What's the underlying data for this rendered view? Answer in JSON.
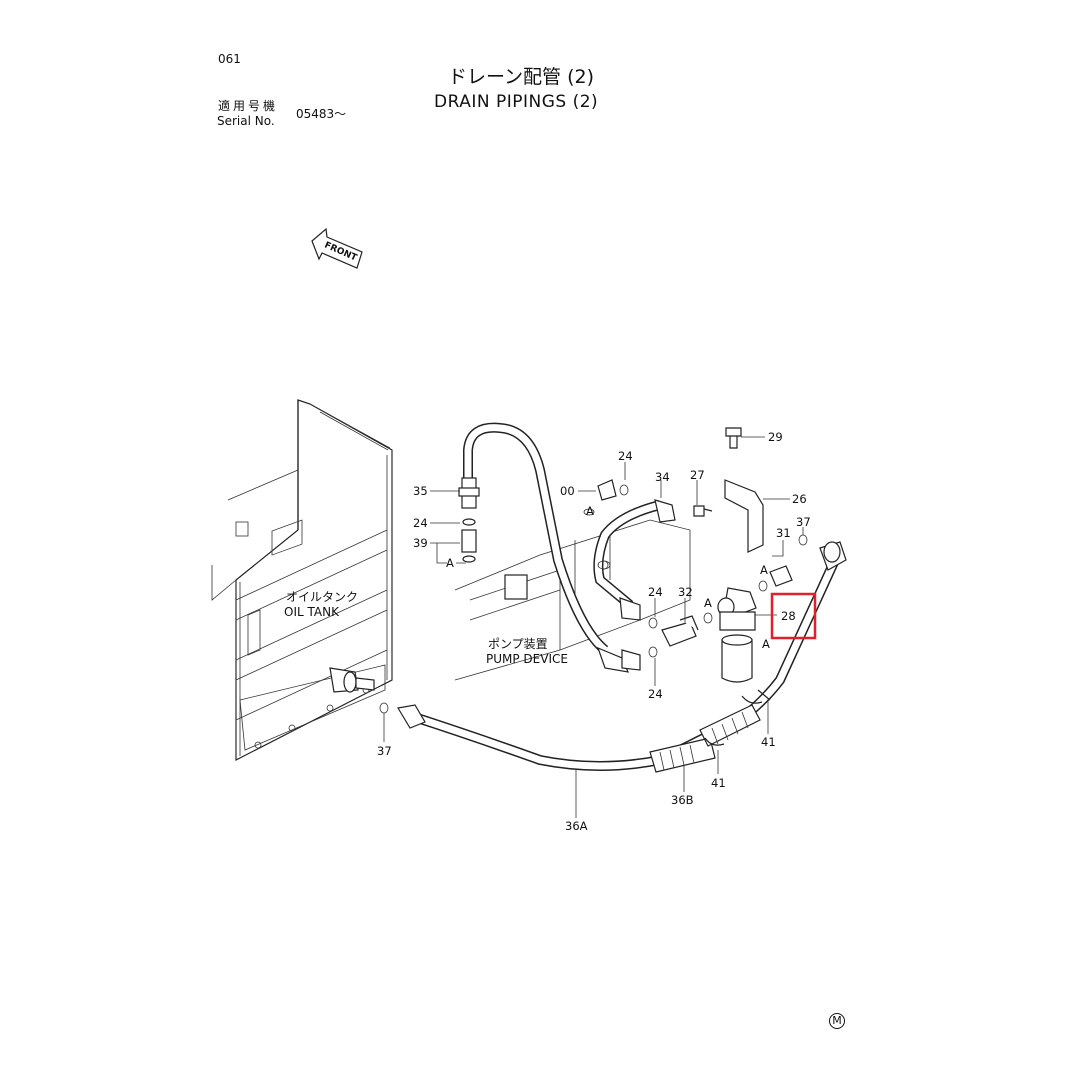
{
  "header": {
    "page_number": "061",
    "title_jp": "ドレーン配管 (2)",
    "title_en": "DRAIN PIPINGS (2)",
    "serial_label_jp": "適用号機",
    "serial_label_en": "Serial No.",
    "serial_value": "05483～"
  },
  "front_label": "FRONT",
  "labels": {
    "oil_tank_jp": "オイルタンク",
    "oil_tank_en": "OIL TANK",
    "pump_device_jp": "ポンプ装置",
    "pump_device_en": "PUMP DEVICE"
  },
  "parts": {
    "p29": "29",
    "p24a": "24",
    "p34": "34",
    "p27": "27",
    "p26": "26",
    "p00": "00",
    "pA1": "A",
    "p35": "35",
    "p24b": "24",
    "p39": "39",
    "pA2": "A",
    "p31": "31",
    "p37a": "37",
    "pA3": "A",
    "p24c": "24",
    "p32": "32",
    "pA4": "A",
    "p28": "28",
    "pA5": "A",
    "p24d": "24",
    "p41a": "41",
    "p41b": "41",
    "p37b": "37",
    "p36b": "36B",
    "p36a": "36A"
  },
  "highlight": {
    "part": "28",
    "color": "#e0202a"
  },
  "footer_mark": "M"
}
